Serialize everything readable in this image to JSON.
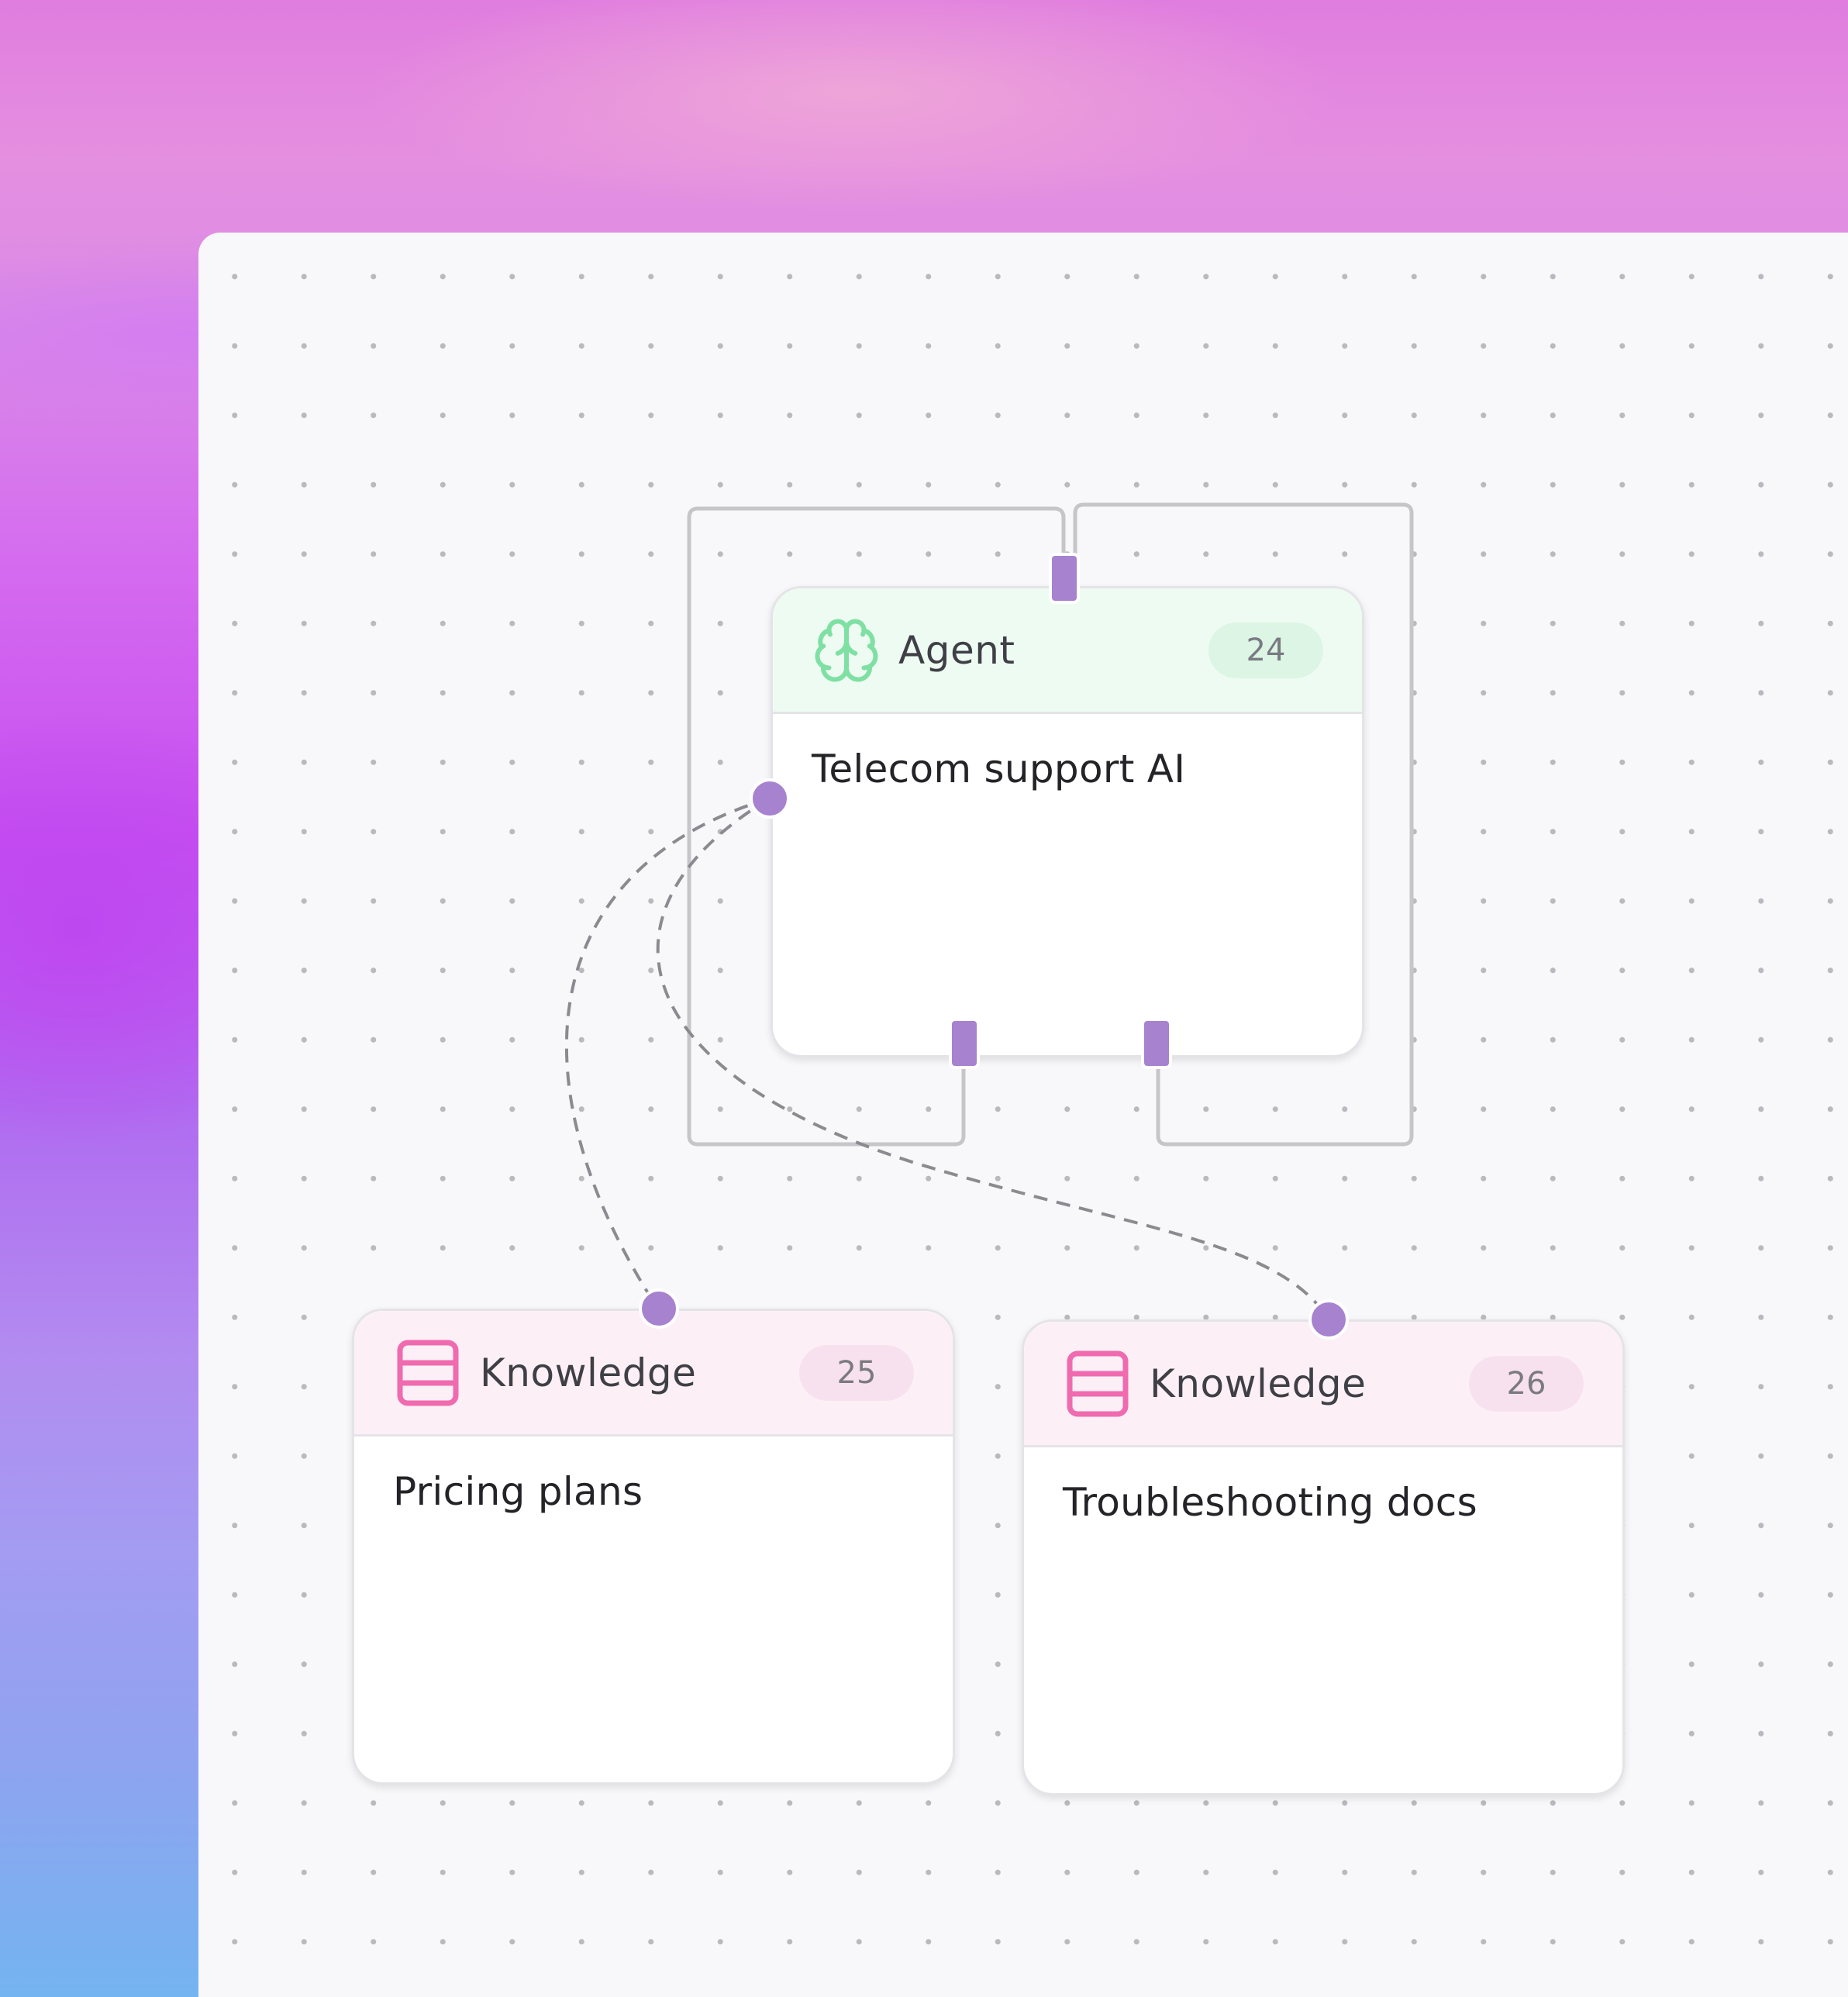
{
  "colors": {
    "canvas_bg": "#f8f8fa",
    "handle": "#a782cf",
    "agent_header": "#eefbf2",
    "knowledge_header": "#fcf0f6",
    "agent_icon": "#7fe0a3",
    "knowledge_icon": "#f06aaf"
  },
  "nodes": {
    "agent": {
      "type_label": "Agent",
      "badge": "24",
      "title": "Telecom support AI",
      "icon": "brain-icon"
    },
    "knowledge_pricing": {
      "type_label": "Knowledge",
      "badge": "25",
      "title": "Pricing plans",
      "icon": "database-icon"
    },
    "knowledge_troubleshooting": {
      "type_label": "Knowledge",
      "badge": "26",
      "title": "Troubleshooting docs",
      "icon": "database-icon"
    }
  }
}
